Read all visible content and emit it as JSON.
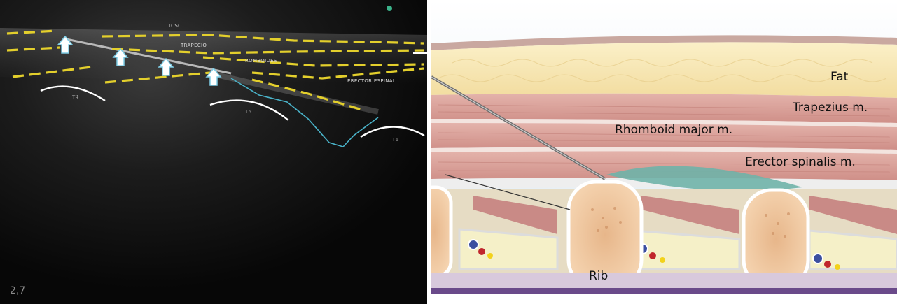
{
  "ultrasound": {
    "labels": {
      "tcsc": "TCSC",
      "trapecio": "TRAPECIO",
      "romboides": "ROMBOIDES",
      "erector": "ERECTOR ESPINAL",
      "t4": "T4",
      "t5": "T5",
      "t6": "T6"
    },
    "depth": "2,7",
    "colors": {
      "dashed_lines": "#e3cf2c",
      "rib_outline": "#ffffff",
      "spread_outline": "#4ab3c9",
      "arrow": "#ffffff",
      "arrow_outline": "#7ecde6"
    }
  },
  "anatomy": {
    "labels": {
      "fat": "Fat",
      "trapezius": "Trapezius m.",
      "rhomboid": "Rhomboid major m.",
      "erector": "Erector spinalis m.",
      "rib": "Rib"
    },
    "colors": {
      "fat": "#f6e6b4",
      "muscle": "#d9a09a",
      "injectate": "#6fb3a8",
      "rib": "#f0c9a0"
    }
  }
}
